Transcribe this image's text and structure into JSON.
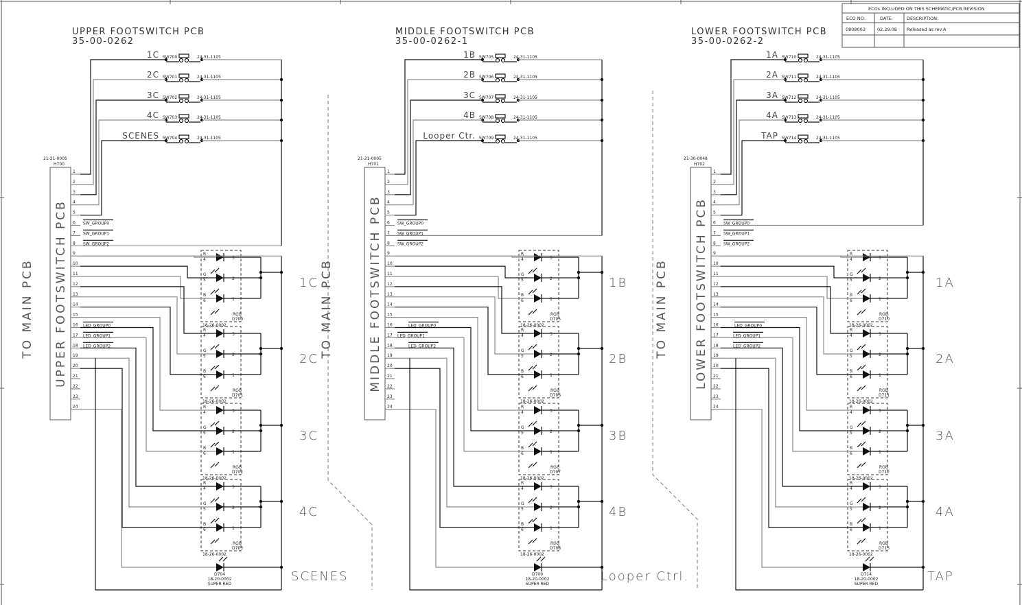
{
  "eco_table": {
    "title": "ECOs INCLUDED ON THIS SCHEMATIC/PCB REVISION",
    "headers": [
      "ECO NO:",
      "DATE:",
      "DESCRIPTION:"
    ],
    "rows": [
      [
        "0808003",
        "02.29.08",
        "Released as rev.A"
      ],
      [
        "",
        "",
        ""
      ]
    ]
  },
  "side_label": "TO MAIN PCB",
  "boards": [
    {
      "id": "upper",
      "title": "UPPER FOOTSWITCH PCB",
      "part_no": "35-00-0262",
      "connector_part": "21-21-0005",
      "connector_ref": "H700",
      "connector_label": "UPPER FOOTSWITCH PCB",
      "switches": [
        {
          "label": "1C",
          "ref": "SW700",
          "part": "24-31-1105"
        },
        {
          "label": "2C",
          "ref": "SW701",
          "part": "24-31-1105"
        },
        {
          "label": "3C",
          "ref": "SW702",
          "part": "24-31-1105"
        },
        {
          "label": "4C",
          "ref": "SW703",
          "part": "24-31-1105"
        },
        {
          "label": "SCENES",
          "ref": "SW704",
          "part": "24-31-1105"
        }
      ],
      "leds": [
        {
          "ref": "D700",
          "type": "RGB",
          "part": "18-26-0002",
          "label": "1C"
        },
        {
          "ref": "D701",
          "type": "RGB",
          "part": "18-26-0002",
          "label": "2C"
        },
        {
          "ref": "D702",
          "type": "RGB",
          "part": "18-26-0002",
          "label": "3C"
        },
        {
          "ref": "D703",
          "type": "RGB",
          "part": "18-26-0002",
          "label": "4C"
        }
      ],
      "single_led": {
        "ref": "D704",
        "part": "18-20-0002",
        "color": "SUPER RED",
        "label": "SCENES"
      }
    },
    {
      "id": "middle",
      "title": "MIDDLE FOOTSWITCH PCB",
      "part_no": "35-00-0262-1",
      "connector_part": "21-21-0005",
      "connector_ref": "H701",
      "connector_label": "MIDDLE FOOTSWITCH PCB",
      "switches": [
        {
          "label": "1B",
          "ref": "SW705",
          "part": "24-31-1105"
        },
        {
          "label": "2B",
          "ref": "SW706",
          "part": "24-31-1105"
        },
        {
          "label": "3C",
          "ref": "SW707",
          "part": "24-31-1105"
        },
        {
          "label": "4B",
          "ref": "SW708",
          "part": "24-31-1105"
        },
        {
          "label": "Looper Ctr.",
          "ref": "SW709",
          "part": "24-31-1105"
        }
      ],
      "leds": [
        {
          "ref": "D705",
          "type": "RGB",
          "part": "18-26-0002",
          "label": "1B"
        },
        {
          "ref": "D706",
          "type": "RGB",
          "part": "18-26-0002",
          "label": "2B"
        },
        {
          "ref": "D707",
          "type": "RGB",
          "part": "18-26-0002",
          "label": "3B"
        },
        {
          "ref": "D708",
          "type": "RGB",
          "part": "18-26-0002",
          "label": "4B"
        }
      ],
      "single_led": {
        "ref": "D709",
        "part": "18-20-0002",
        "color": "SUPER RED",
        "label": "Looper Ctrl."
      }
    },
    {
      "id": "lower",
      "title": "LOWER FOOTSWITCH PCB",
      "part_no": "35-00-0262-2",
      "connector_part": "21-30-0048",
      "connector_ref": "H702",
      "connector_label": "LOWER FOOTSWITCH PCB",
      "switches": [
        {
          "label": "1A",
          "ref": "SW710",
          "part": "24-31-1105"
        },
        {
          "label": "2A",
          "ref": "SW711",
          "part": "24-31-1105"
        },
        {
          "label": "3A",
          "ref": "SW712",
          "part": "24-31-1105"
        },
        {
          "label": "4A",
          "ref": "SW713",
          "part": "24-31-1105"
        },
        {
          "label": "TAP",
          "ref": "SW714",
          "part": "24-31-1105"
        }
      ],
      "leds": [
        {
          "ref": "D710",
          "type": "RGB",
          "part": "18-26-0002",
          "label": "1A"
        },
        {
          "ref": "D711",
          "type": "RGB",
          "part": "18-26-0002",
          "label": "2A"
        },
        {
          "ref": "D712",
          "type": "RGB",
          "part": "18-26-0002",
          "label": "3A"
        },
        {
          "ref": "D713",
          "type": "RGB",
          "part": "18-26-0002",
          "label": "4A"
        }
      ],
      "single_led": {
        "ref": "D714",
        "part": "18-20-0002",
        "color": "SUPER RED",
        "label": "TAP"
      }
    }
  ],
  "pins": [
    "1",
    "2",
    "3",
    "4",
    "5",
    "6",
    "7",
    "8",
    "9",
    "10",
    "11",
    "12",
    "13",
    "14",
    "15",
    "16",
    "17",
    "18",
    "19",
    "20",
    "21",
    "22",
    "23",
    "24"
  ],
  "net_labels": {
    "6": "SW_GROUP0",
    "7": "SW_GROUP1",
    "8": "SW_GROUP2",
    "16": "LED_GROUP0",
    "17": "LED_GROUP1",
    "18": "LED_GROUP2"
  },
  "led_pin_letters": [
    "R",
    "G",
    "B"
  ],
  "led_pin_left": [
    "4",
    "5",
    "6"
  ],
  "led_pin_right": [
    "3",
    "2",
    "1"
  ]
}
